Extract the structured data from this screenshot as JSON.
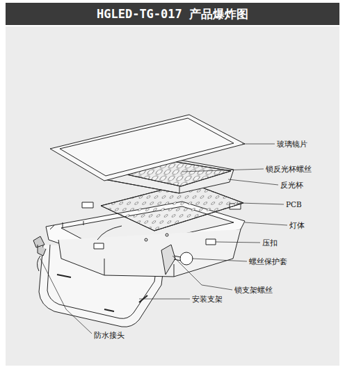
{
  "diagram": {
    "title": "HGLED-TG-017 产品爆炸图",
    "labels": [
      "玻璃镜片",
      "锁反光杯螺丝",
      "反光杯",
      "PCB",
      "灯体",
      "压扣",
      "螺丝保护套",
      "锁支架螺丝",
      "安装支架",
      "防水接头"
    ]
  }
}
